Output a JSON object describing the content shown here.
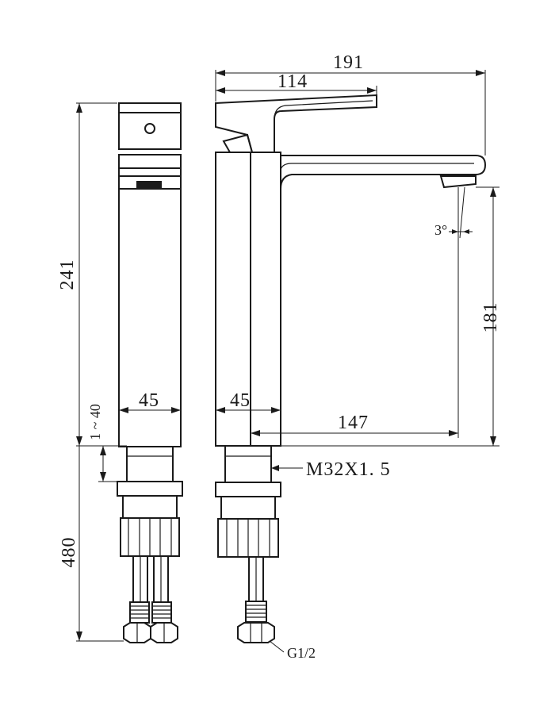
{
  "dimensions": {
    "overall_length": "191",
    "spout_reach_handle": "114",
    "total_height": "241",
    "spout_height": "181",
    "spout_angle": "3°",
    "front_width": "45",
    "side_width": "45",
    "spout_projection": "147",
    "counter_thickness": "1 ~ 40",
    "hose_length": "480"
  },
  "callouts": {
    "thread": "M32X1. 5",
    "inlet": "G1/2"
  }
}
